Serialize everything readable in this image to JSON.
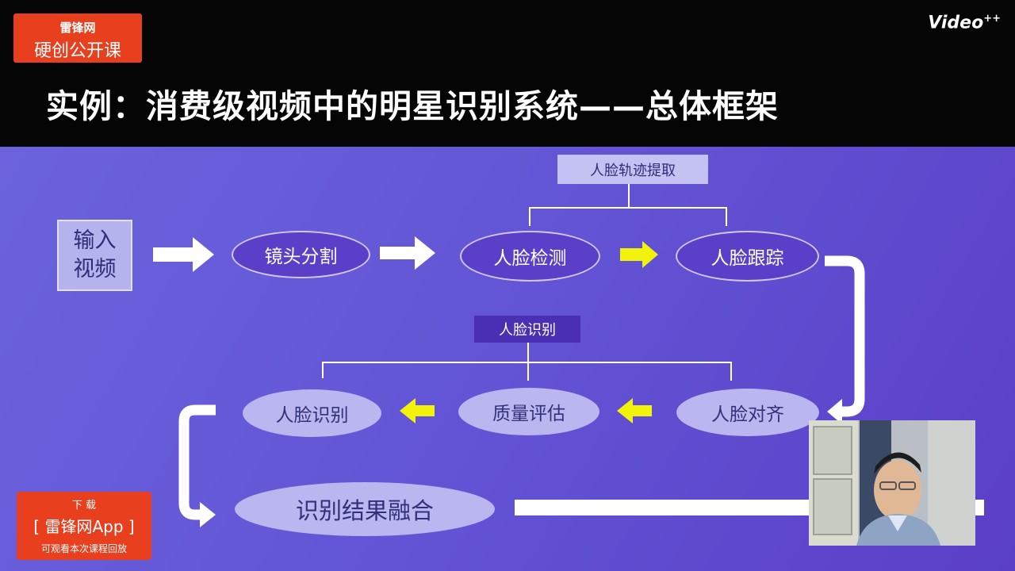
{
  "brand": {
    "line1": "雷锋网",
    "line2": "硬创公开课"
  },
  "logo": {
    "text": "Video",
    "sup": "++"
  },
  "slide_title": "实例：消费级视频中的明星识别系统——总体框架",
  "diagram": {
    "input_line1": "输入",
    "input_line2": "视频",
    "shot_segmentation": "镜头分割",
    "face_detection": "人脸检测",
    "face_tracking": "人脸跟踪",
    "track_extraction_label": "人脸轨迹提取",
    "recognition_group_label": "人脸识别",
    "face_alignment": "人脸对齐",
    "quality_assessment": "质量评估",
    "face_recognition": "人脸识别",
    "result_fusion": "识别结果融合"
  },
  "app_promo": {
    "line1": "下 载",
    "line2": "[ 雷锋网App ]",
    "line3": "可观看本次课程回放"
  },
  "colors": {
    "brand_red": "#e8401f",
    "slide_blue": "#6356d6",
    "yellow_arrow": "#f2f20a"
  }
}
